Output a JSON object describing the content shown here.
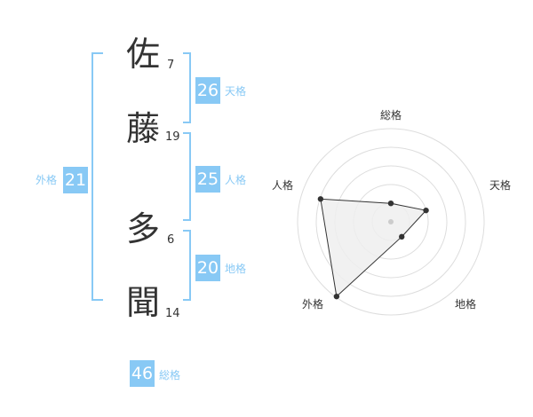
{
  "name": {
    "characters": [
      {
        "char": "佐",
        "strokes": "7"
      },
      {
        "char": "藤",
        "strokes": "19"
      },
      {
        "char": "多",
        "strokes": "6"
      },
      {
        "char": "聞",
        "strokes": "14"
      }
    ]
  },
  "kakusu": {
    "tenkaku": {
      "value": "26",
      "label": "天格"
    },
    "jinkaku": {
      "value": "25",
      "label": "人格"
    },
    "chikaku": {
      "value": "20",
      "label": "地格"
    },
    "gaikaku": {
      "value": "21",
      "label": "外格"
    },
    "soukaku": {
      "value": "46",
      "label": "総格"
    }
  },
  "colors": {
    "accent": "#88c9f5",
    "text": "#333333",
    "bracket": "#88c9f5",
    "radar_fill": "#eeeeee",
    "radar_line": "#333333",
    "grid": "#dddddd"
  },
  "chart_data": {
    "type": "radar",
    "axes": [
      "総格",
      "天格",
      "地格",
      "外格",
      "人格"
    ],
    "scale_max": 5,
    "rings": 5,
    "values": [
      1,
      2,
      1,
      5,
      4
    ]
  }
}
